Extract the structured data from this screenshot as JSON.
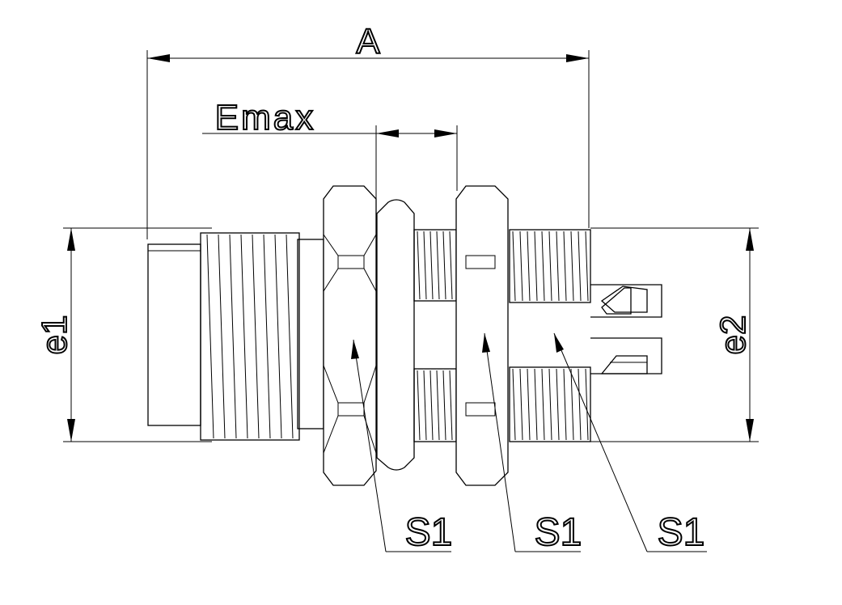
{
  "labels": {
    "dim_a": "A",
    "dim_emax": "Emax",
    "dim_e1": "e1",
    "dim_e2": "e2",
    "callout_1": "S1",
    "callout_2": "S1",
    "callout_3": "S1"
  }
}
